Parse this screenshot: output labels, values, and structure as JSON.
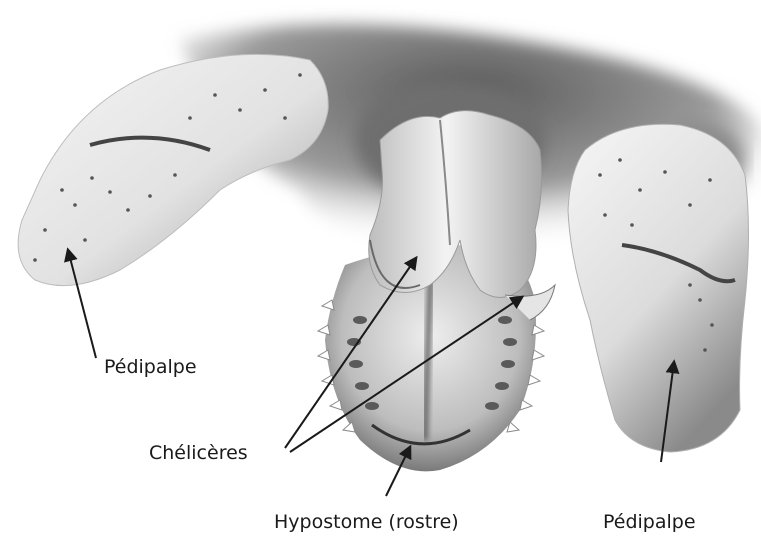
{
  "labels": {
    "pedipalpe_left": "Pédipalpe",
    "chelicerae": "Chélicères",
    "hypostome": "Hypostome (rostre)",
    "pedipalpe_right": "Pédipalpe"
  },
  "colors": {
    "background": "#ffffff",
    "text": "#1a1a1a",
    "body_shade": "#8a8a8a",
    "light_shade": "#f0f0f0",
    "dark_shade": "#4a4a4a"
  }
}
